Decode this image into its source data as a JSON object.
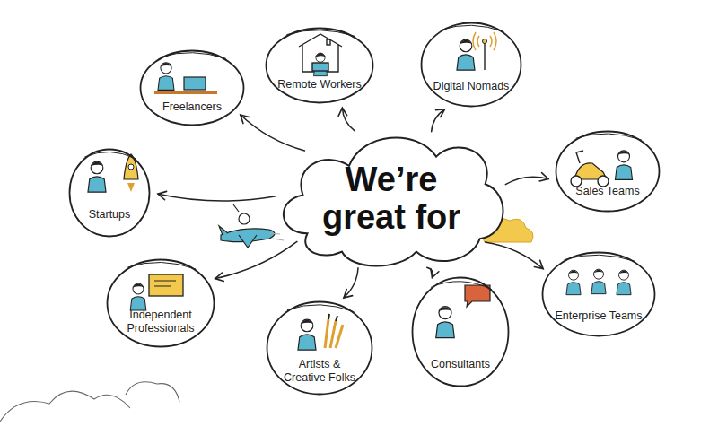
{
  "diagram": {
    "nodes": [
      {
        "text": [
          "We’re great for"
        ]
      },
      {
        "text": [
          "Remote Workers"
        ]
      },
      {
        "text": [
          "Digital Nomads"
        ]
      },
      {
        "text": [
          "Freelancers"
        ]
      },
      {
        "text": [
          "Sales Teams"
        ]
      },
      {
        "text": [
          "Startups"
        ]
      },
      {
        "text": [
          "Enterprise Teams"
        ]
      },
      {
        "text": [
          "Independent Professionals"
        ]
      },
      {
        "text": [
          "Consultants"
        ]
      },
      {
        "text": [
          "Artists & Creative Folks"
        ]
      }
    ],
    "edges": [
      {
        "from": 0,
        "to": 1,
        "arrow": "to"
      },
      {
        "from": 0,
        "to": 2,
        "arrow": "to"
      },
      {
        "from": 0,
        "to": 3,
        "arrow": "to"
      },
      {
        "from": 0,
        "to": 4,
        "arrow": "to"
      },
      {
        "from": 0,
        "to": 5,
        "arrow": "to"
      },
      {
        "from": 0,
        "to": 6,
        "arrow": "to"
      },
      {
        "from": 0,
        "to": 7,
        "arrow": "to"
      },
      {
        "from": 0,
        "to": 8,
        "arrow": "to"
      },
      {
        "from": 0,
        "to": 9,
        "arrow": "to"
      }
    ]
  }
}
